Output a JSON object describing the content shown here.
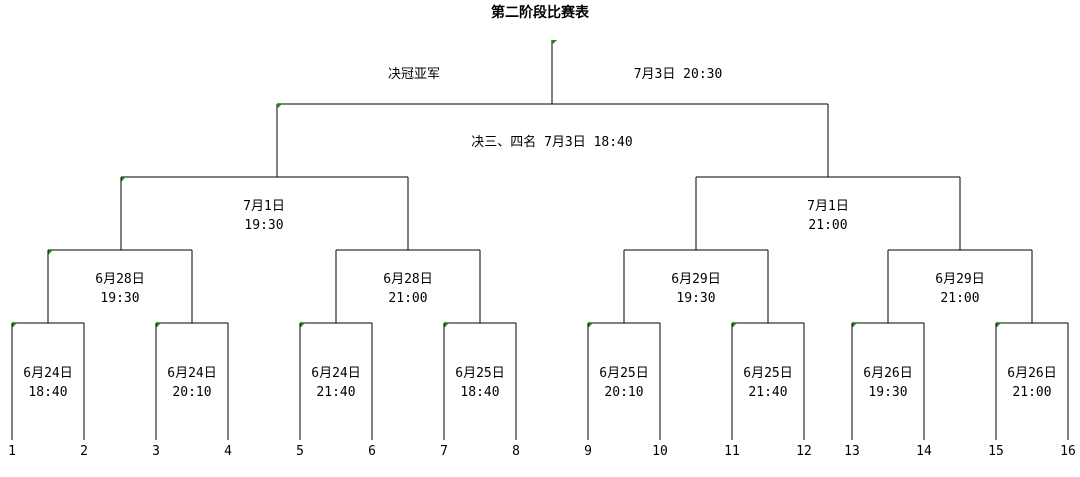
{
  "title": "第二阶段比赛表",
  "final": {
    "label": "决冠亚军",
    "date": "7月3日 20:30"
  },
  "third_place": {
    "label": "决三、四名 7月3日 18:40"
  },
  "semifinals": [
    {
      "date": "7月1日",
      "time": "19:30"
    },
    {
      "date": "7月1日",
      "time": "21:00"
    }
  ],
  "quarterfinals": [
    {
      "date": "6月28日",
      "time": "19:30"
    },
    {
      "date": "6月28日",
      "time": "21:00"
    },
    {
      "date": "6月29日",
      "time": "19:30"
    },
    {
      "date": "6月29日",
      "time": "21:00"
    }
  ],
  "round_of_16": [
    {
      "date": "6月24日",
      "time": "18:40"
    },
    {
      "date": "6月24日",
      "time": "20:10"
    },
    {
      "date": "6月24日",
      "time": "21:40"
    },
    {
      "date": "6月25日",
      "time": "18:40"
    },
    {
      "date": "6月25日",
      "time": "20:10"
    },
    {
      "date": "6月25日",
      "time": "21:40"
    },
    {
      "date": "6月26日",
      "time": "19:30"
    },
    {
      "date": "6月26日",
      "time": "21:00"
    }
  ],
  "seeds": [
    "1",
    "2",
    "3",
    "4",
    "5",
    "6",
    "7",
    "8",
    "9",
    "10",
    "11",
    "12",
    "13",
    "14",
    "15",
    "16"
  ],
  "colors": {
    "line": "#000000",
    "flag": "#1e8a1e"
  }
}
